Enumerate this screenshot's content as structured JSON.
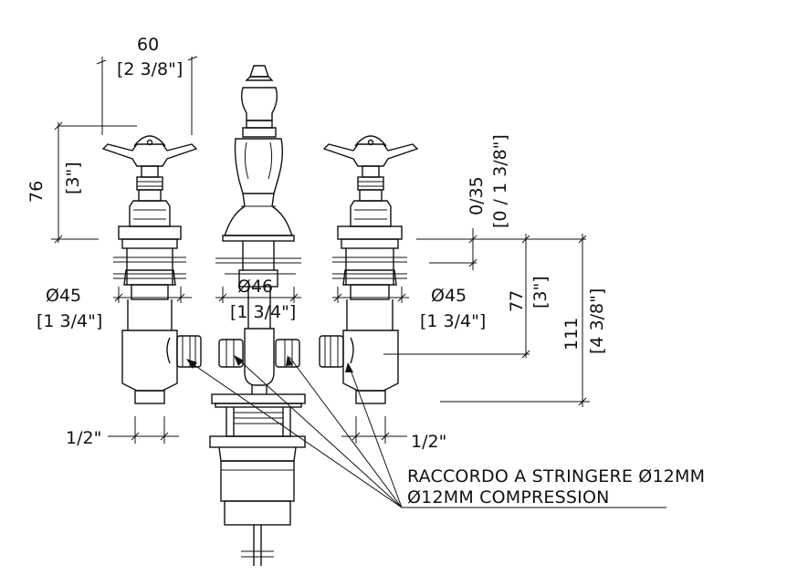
{
  "dimensions": {
    "width_top": {
      "mm": "60",
      "in": "[2 3/8\"]"
    },
    "handle_height": {
      "mm": "76",
      "in": "[3\"]"
    },
    "deck_range": {
      "mm": "0/35",
      "in": "[0 / 1 3/8\"]"
    },
    "body_77": {
      "mm": "77",
      "in": "[3\"]"
    },
    "body_111": {
      "mm": "111",
      "in": "[4 3/8\"]"
    },
    "dia_left": {
      "mm": "Ø45",
      "in": "[1 3/4\"]"
    },
    "dia_center": {
      "mm": "Ø46",
      "in": "[1 3/4\"]"
    },
    "dia_right": {
      "mm": "Ø45",
      "in": "[1 3/4\"]"
    },
    "thread_left": "1/2\"",
    "thread_right": "1/2\""
  },
  "note": {
    "line1": "RACCORDO A STRINGERE Ø12MM",
    "line2": "Ø12MM COMPRESSION"
  }
}
